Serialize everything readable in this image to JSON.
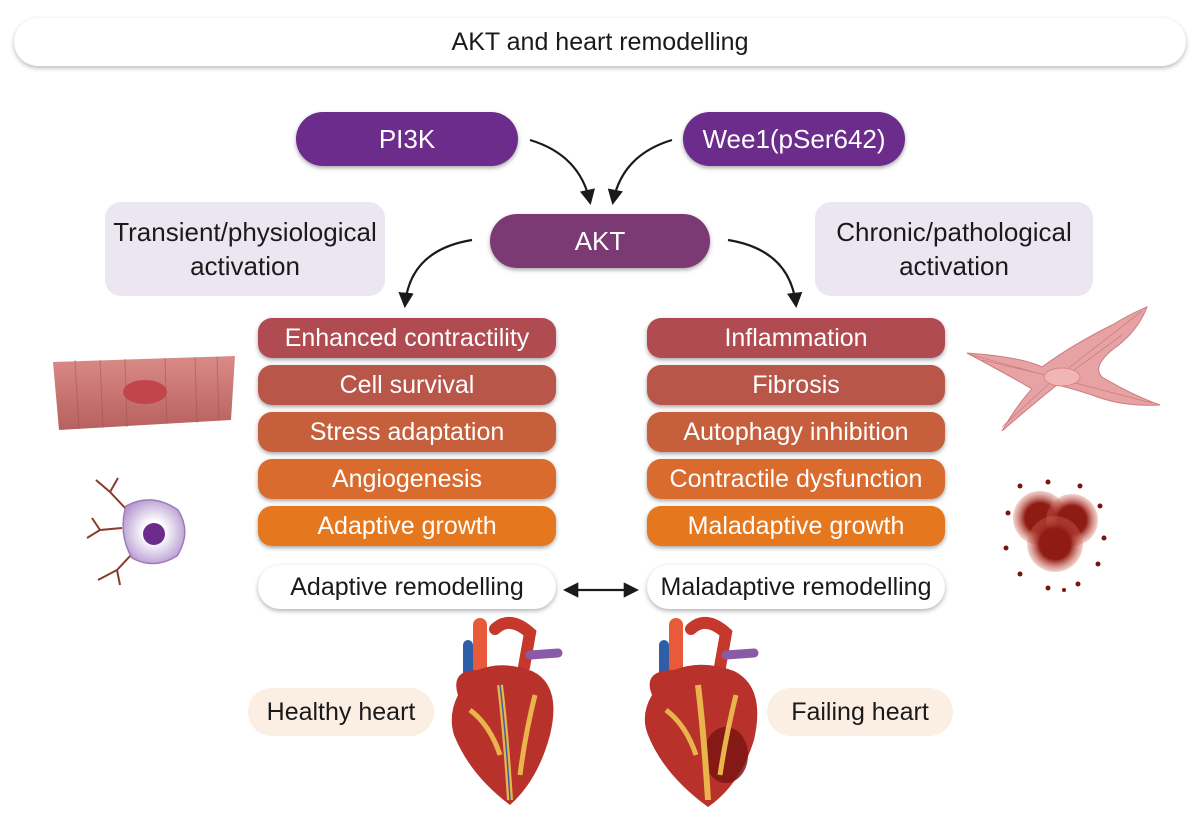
{
  "title": "AKT and heart remodelling",
  "upstream": {
    "left": "PI3K",
    "right": "Wee1(pSer642)"
  },
  "center": "AKT",
  "activation": {
    "left_line1": "Transient/physiological",
    "left_line2": "activation",
    "right_line1": "Chronic/pathological",
    "right_line2": "activation"
  },
  "effects_left": [
    "Enhanced contractility",
    "Cell survival",
    "Stress adaptation",
    "Angiogenesis",
    "Adaptive growth"
  ],
  "effects_right": [
    "Inflammation",
    "Fibrosis",
    "Autophagy inhibition",
    "Contractile dysfunction",
    "Maladaptive growth"
  ],
  "remodelling": {
    "left": "Adaptive remodelling",
    "right": "Maladaptive remodelling"
  },
  "hearts": {
    "left": "Healthy heart",
    "right": "Failing heart"
  },
  "colors": {
    "purple": "#6b2c8b",
    "akt": "#7b3a74",
    "lavender": "#ece6f3",
    "effect_gradient": [
      "#b04b52",
      "#b8564a",
      "#c65f3c",
      "#d96b2e",
      "#e5781f"
    ],
    "heart_label_bg": "#fbeee3"
  }
}
